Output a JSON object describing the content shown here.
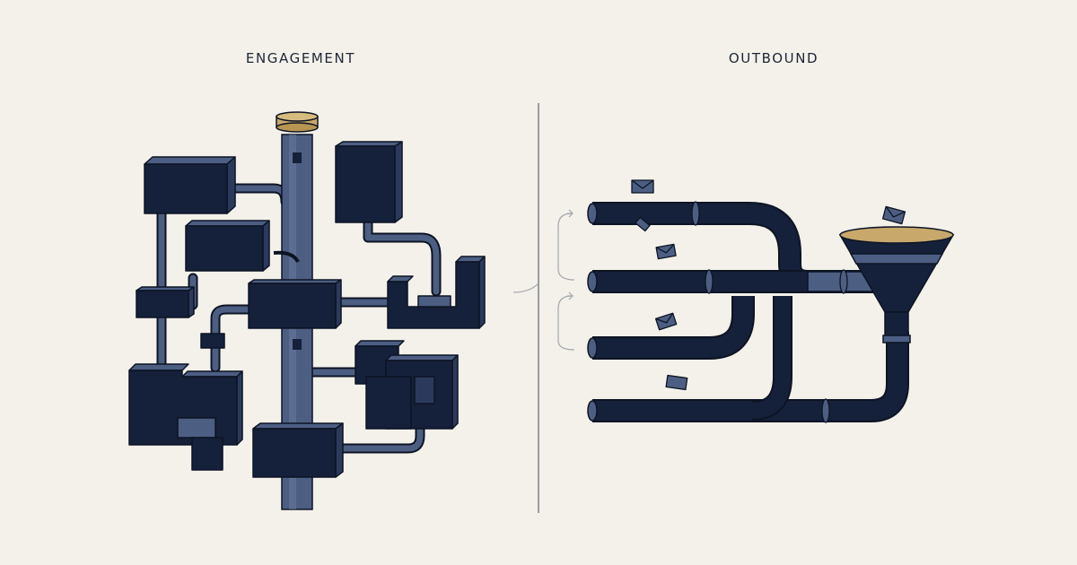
{
  "left_panel": {
    "title": "ENGAGEMENT"
  },
  "right_panel": {
    "title": "OUTBOUND"
  },
  "colors": {
    "background": "#f4f1ea",
    "navy": "#15203a",
    "slate": "#4d5e83",
    "gold": "#c8a86b",
    "outline": "#0d1424",
    "divider": "#6b6f78"
  },
  "icons": [
    "tangled-system-diagram",
    "database-cylinder-icon",
    "parallel-pipes-diagram",
    "funnel-icon",
    "envelope-icon"
  ]
}
